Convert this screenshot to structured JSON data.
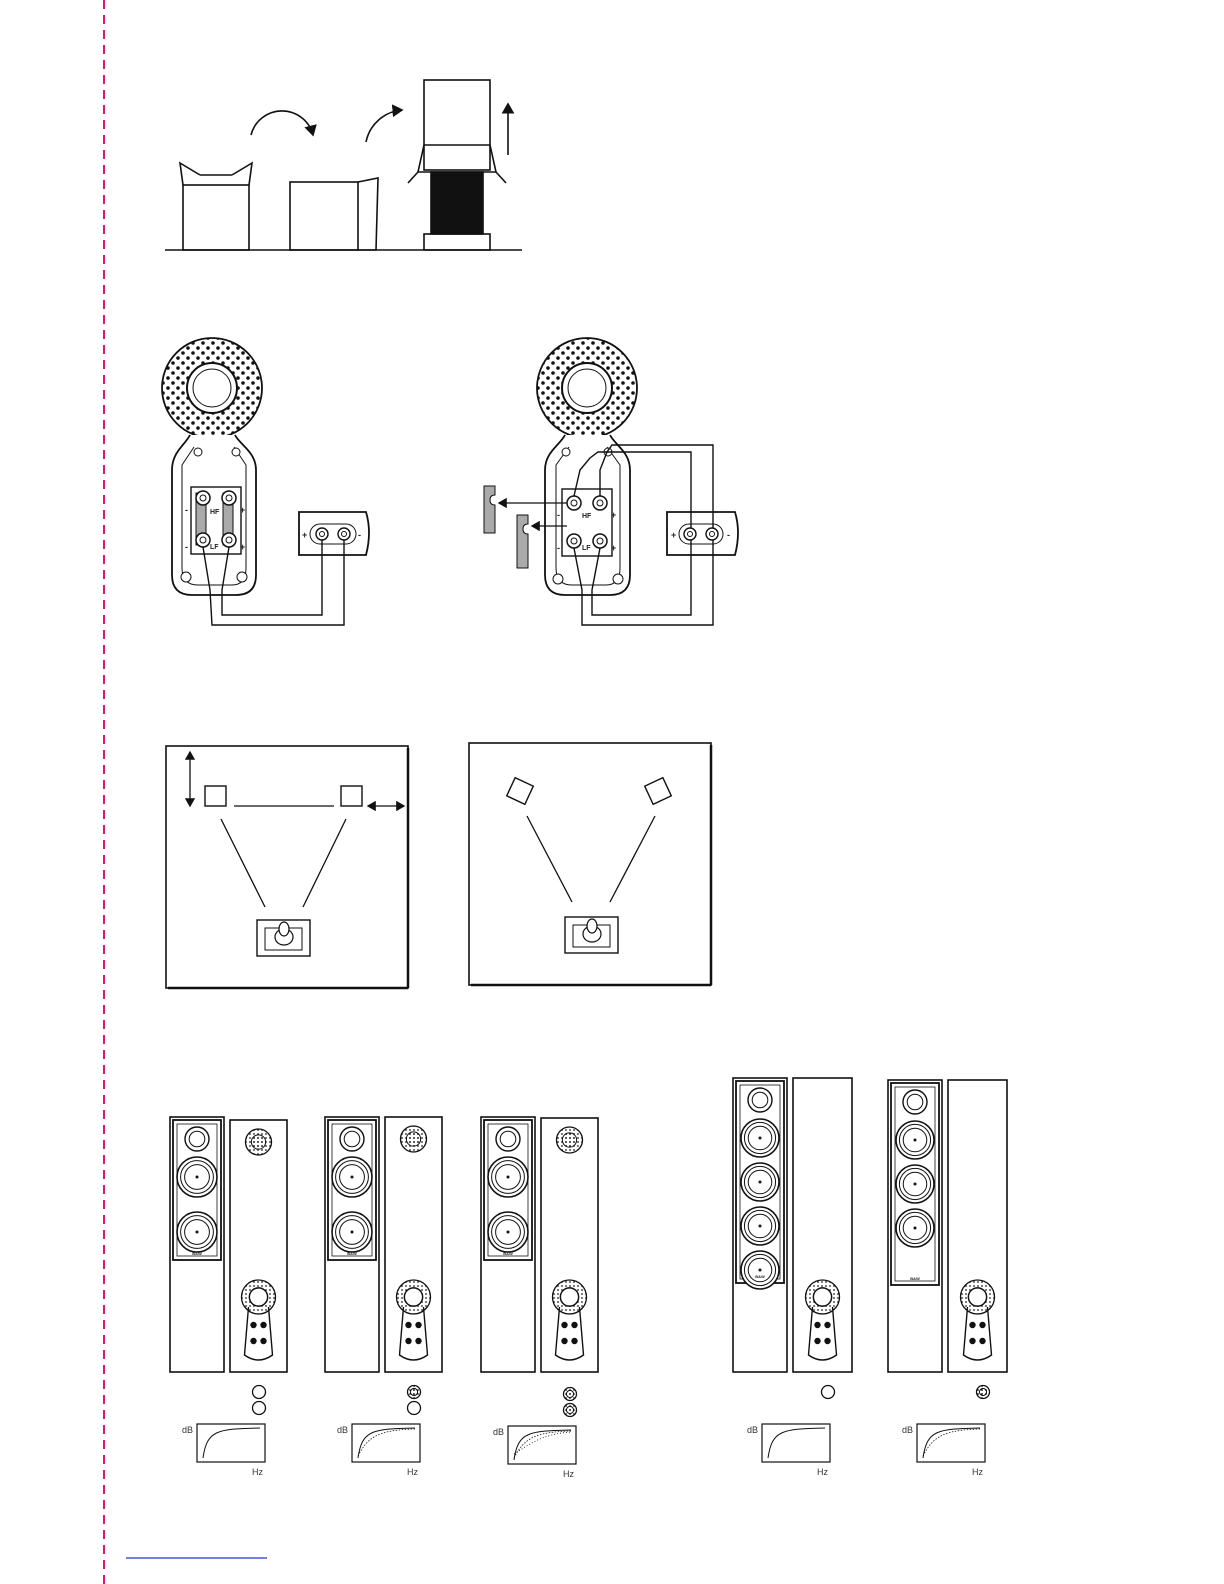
{
  "colors": {
    "cut_line": "#e0177a",
    "ink": "#111111",
    "link_rule": "#2233cc",
    "bridge_fill": "#aaaaaa"
  },
  "terminals": {
    "hf": "HF",
    "lf": "LF",
    "plus": "+",
    "minus": "-"
  },
  "speaker_badge": "B&W",
  "curve_labels": {
    "y": "dB",
    "x": "Hz"
  }
}
